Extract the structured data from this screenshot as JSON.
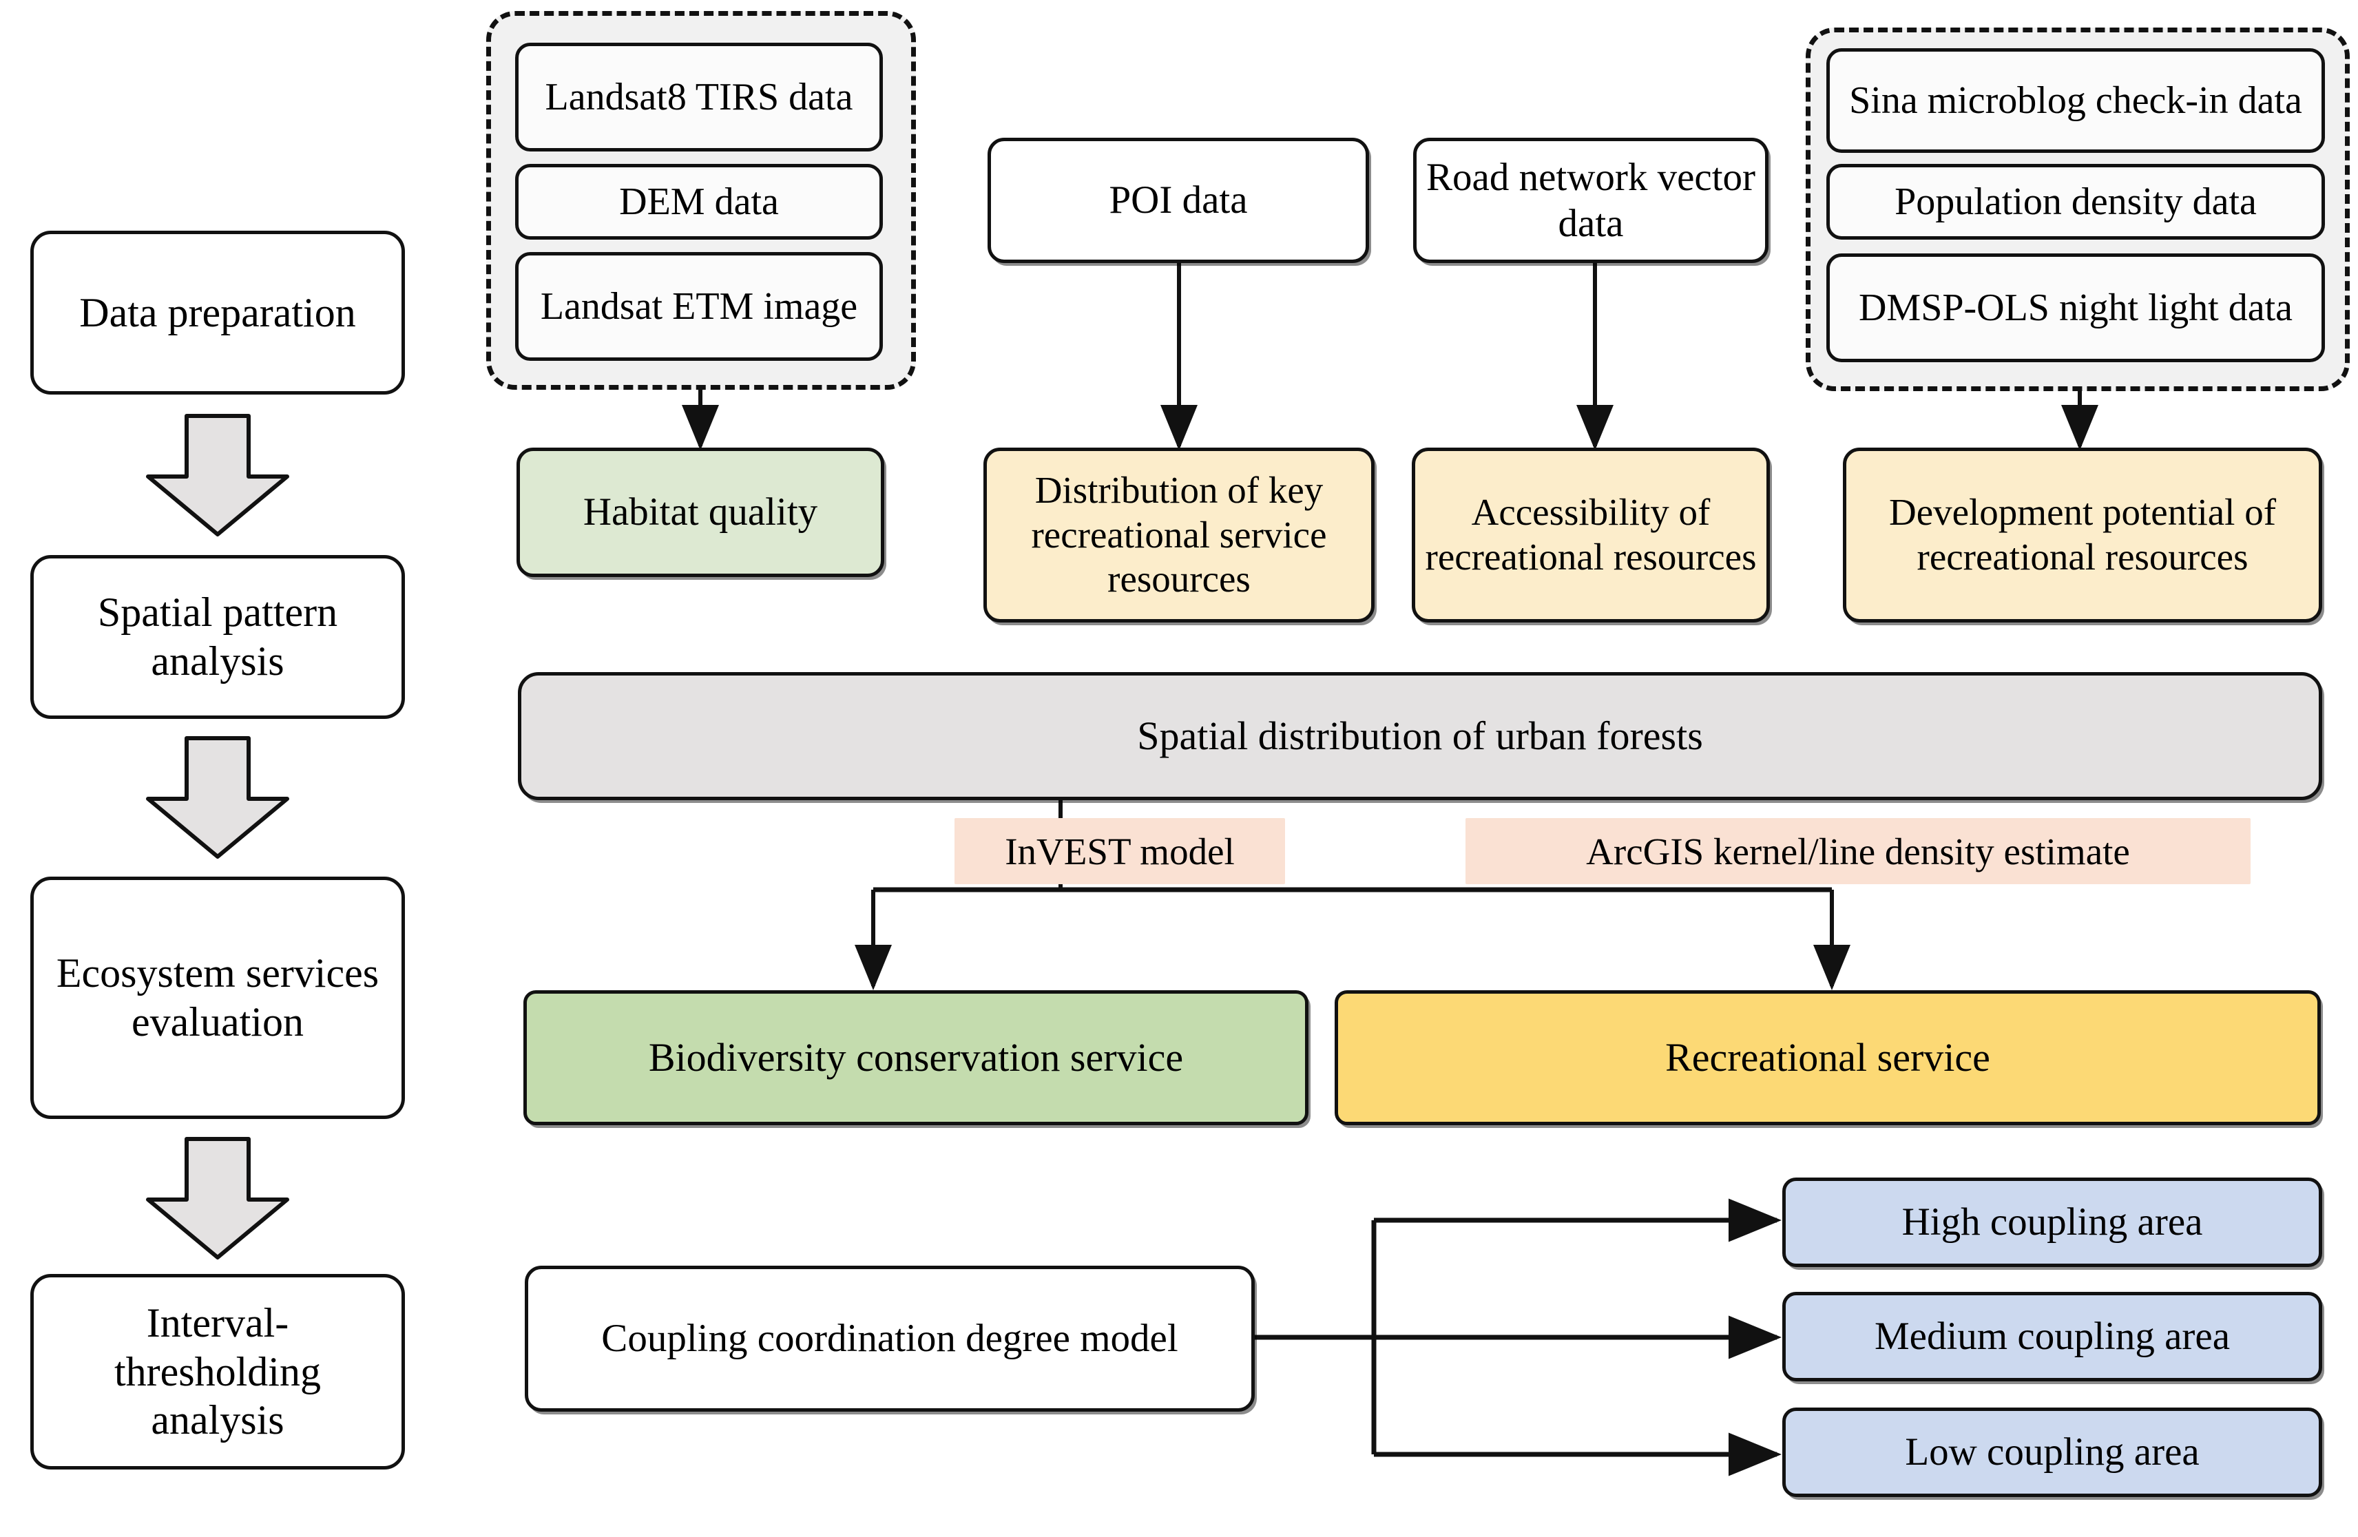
{
  "stages": [
    {
      "label": "Data preparation"
    },
    {
      "label": "Spatial pattern analysis"
    },
    {
      "label": "Ecosystem services evaluation"
    },
    {
      "label": "Interval-thresholding analysis"
    }
  ],
  "source_groups": [
    {
      "name": "remote-sensing-group",
      "items": [
        {
          "label": "Landsat8 TIRS data"
        },
        {
          "label": "DEM data"
        },
        {
          "label": "Landsat ETM image"
        }
      ]
    },
    {
      "name": "socioeconomic-group",
      "items": [
        {
          "label": "Sina microblog check-in data"
        },
        {
          "label": "Population density data"
        },
        {
          "label": "DMSP-OLS night light data"
        }
      ]
    }
  ],
  "standalone_sources": [
    {
      "label": "POI data"
    },
    {
      "label": "Road network vector data"
    }
  ],
  "indicators": [
    {
      "label": "Habitat quality",
      "color": "#dde9d2"
    },
    {
      "label": "Distribution of key recreational service resources",
      "color": "#fcedcb"
    },
    {
      "label": "Accessibility of recreational resources",
      "color": "#fcedcb"
    },
    {
      "label": "Development potential of recreational resources",
      "color": "#fcedcb"
    }
  ],
  "spatial_band": {
    "label": "Spatial distribution of urban forests",
    "color": "#e4e2e2"
  },
  "methods": [
    {
      "label": "InVEST model",
      "color": "#fae1d3"
    },
    {
      "label": "ArcGIS  kernel/line density estimate",
      "color": "#fae1d3"
    }
  ],
  "services": [
    {
      "label": "Biodiversity conservation service",
      "color": "#c4dcae"
    },
    {
      "label": "Recreational service",
      "color": "#fcd975"
    }
  ],
  "coupling_model": {
    "label": "Coupling coordination degree model"
  },
  "coupling_areas": [
    {
      "label": "High coupling area",
      "color": "#ccd9ef"
    },
    {
      "label": "Medium coupling area",
      "color": "#ccd9ef"
    },
    {
      "label": "Low coupling area",
      "color": "#ccd9ef"
    }
  ]
}
